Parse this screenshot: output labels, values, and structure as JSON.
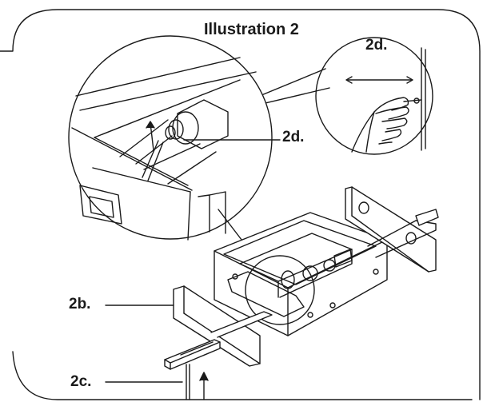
{
  "title": "Illustration 2",
  "callouts": {
    "top_detail": "2d.",
    "zoom_detail": "2d.",
    "panel": "2b.",
    "rail": "2c."
  },
  "colors": {
    "line": "#1a1a1a",
    "panel_fill": "#ffffff",
    "background": "#ffffff"
  }
}
